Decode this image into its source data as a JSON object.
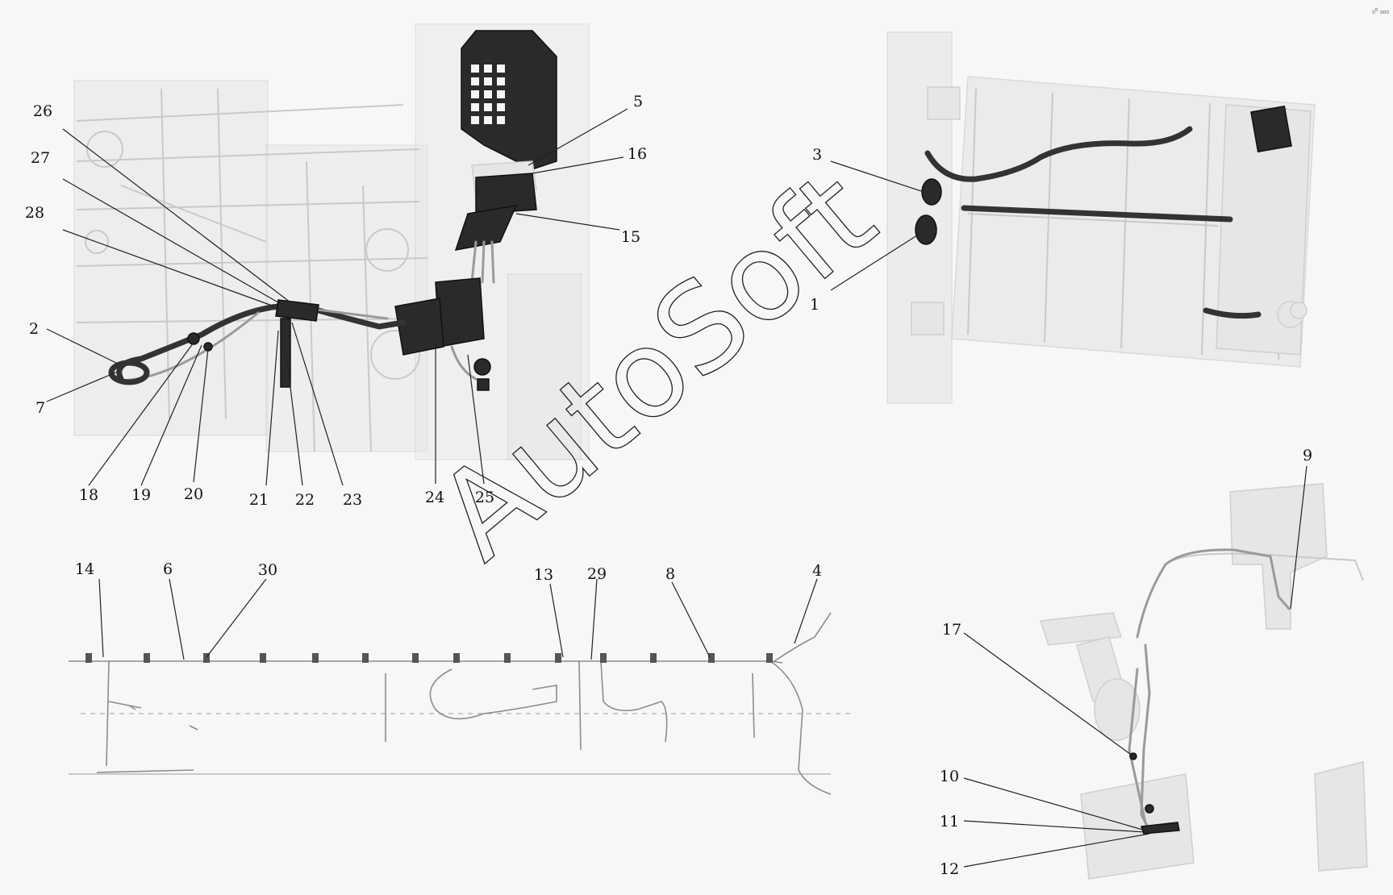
{
  "watermark": "AutoSoft",
  "corner_mark": "₀⁰ ₀₀₀",
  "callouts": [
    "1",
    "2",
    "3",
    "4",
    "5",
    "6",
    "7",
    "8",
    "9",
    "10",
    "11",
    "12",
    "13",
    "14",
    "15",
    "16",
    "17",
    "18",
    "19",
    "20",
    "21",
    "22",
    "23",
    "24",
    "25",
    "26",
    "27",
    "28",
    "29",
    "30"
  ],
  "colors": {
    "background": "#f7f7f7",
    "ghost_detail": "#d9d9d9",
    "harness": "#333333",
    "text": "#111111"
  }
}
